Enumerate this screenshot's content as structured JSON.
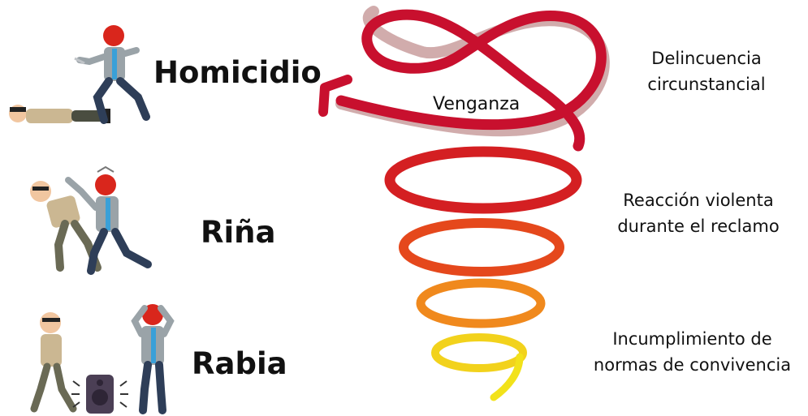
{
  "labels": {
    "homicidio": "Homicidio",
    "rina": "Riña",
    "rabia": "Rabia",
    "venganza": "Venganza",
    "delincuencia": [
      "Delincuencia",
      "circunstancial"
    ],
    "reaccion": [
      "Reacción violenta",
      "durante el reclamo"
    ],
    "incumplimiento": [
      "Incumplimiento de",
      "normas de convivencia"
    ]
  },
  "colors": {
    "spiral_top": "#c8102e",
    "spiral_mid": "#e8501a",
    "spiral_low": "#f4a21c",
    "spiral_bottom": "#f2e21a",
    "skin_angry": "#d9261c",
    "skin_normal": "#f1c6a0",
    "jacket": "#9aa3a8",
    "pants": "#2e3e58",
    "speaker": "#4b3f55"
  }
}
